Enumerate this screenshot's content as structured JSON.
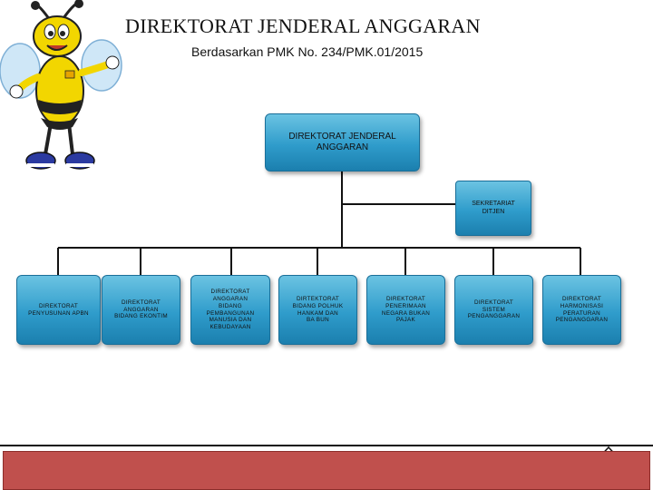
{
  "header": {
    "title": "DIREKTORAT JENDERAL ANGGARAN",
    "subtitle": "Berdasarkan PMK No. 234/PMK.01/2015"
  },
  "mascot": {
    "icon": "bee-mascot-icon",
    "colors": {
      "yellow": "#f2d600",
      "wing": "#cfe7f7",
      "shoe": "#2b3aa0"
    }
  },
  "org": {
    "top": "DIREKTORAT JENDERAL\nANGGARAN",
    "secretariat": "SEKRETARIAT\nDITJEN",
    "units": [
      "DIREKTORAT\nPENYUSUNAN APBN",
      "DIREKTORAT\nANGGARAN\nBIDANG EKONTIM",
      "DIREKTORAT\nANGGARAN\nBIDANG\nPEMBANGUNAN\nMANUSIA DAN\nKEBUDAYAAN",
      "DIRTEKTORAT\nBIDANG POLHUK\nHANKAM DAN\nBA BUN",
      "DIREKTORAT\nPENERIMAAN\nNEGARA BUKAN\nPAJAK",
      "DIREKTORAT\nSISTEM\nPENGANGGARAN",
      "DIREKTORAT\nHARMONISASI\nPERATURAN\nPENGANGGARAN"
    ]
  },
  "colors": {
    "box": "#2f9ccb",
    "footer": "#c0504d"
  },
  "footer": {
    "nav_icon": "up-arrow-icon"
  }
}
